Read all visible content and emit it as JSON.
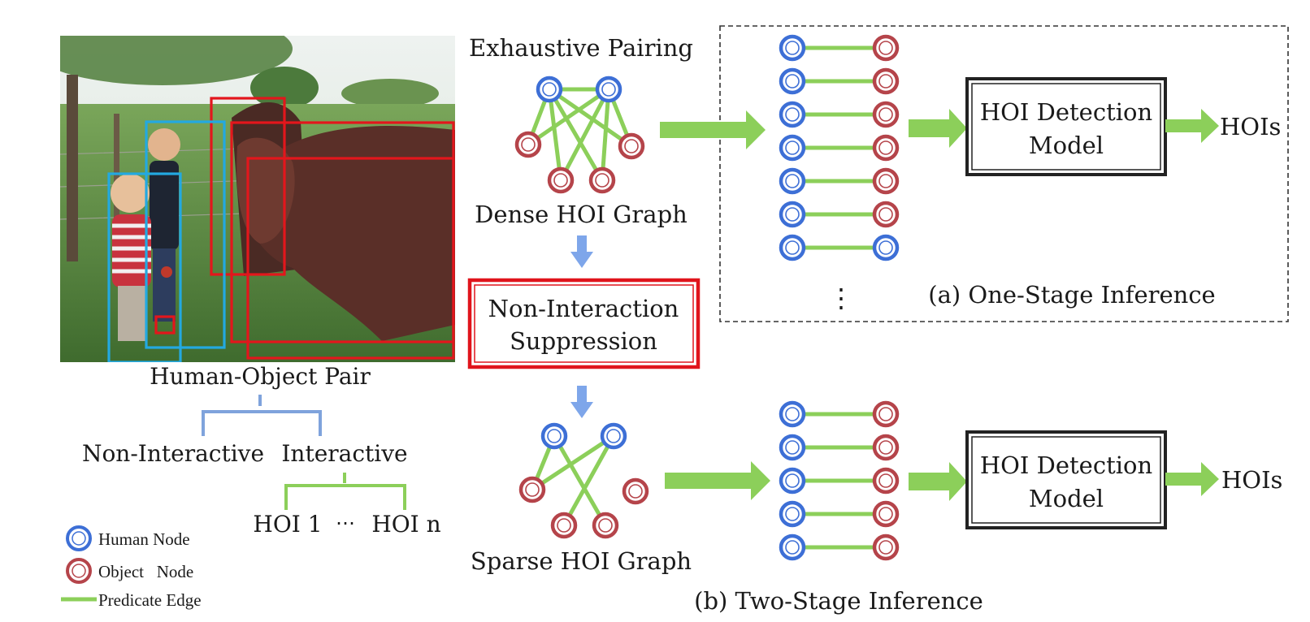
{
  "colors": {
    "human_node": "#3d6fd6",
    "object_node": "#b5444a",
    "edge": "#8ccf5a",
    "bbox_human": "#23a9e1",
    "bbox_object": "#e3161c",
    "suppress_box": "#e0141c",
    "down_arrow": "#7ea6ea",
    "tree_blue": "#7fa3dc",
    "tree_green": "#8ccf5a"
  },
  "photo": {
    "label": "Human-Object Pair"
  },
  "tree": {
    "non_interactive": "Non-Interactive",
    "interactive": "Interactive",
    "hoi_first": "HOI 1",
    "hoi_dots": "⋯",
    "hoi_last": "HOI n"
  },
  "legend": {
    "human_node": "Human Node",
    "object_node": "Object   Node",
    "predicate_edge": "Predicate Edge"
  },
  "middle": {
    "exhaustive_pairing": "Exhaustive Pairing",
    "dense_graph": "Dense HOI Graph",
    "suppression_line1": "Non-Interaction",
    "suppression_line2": "Suppression",
    "sparse_graph": "Sparse HOI Graph"
  },
  "one_stage": {
    "model_line1": "HOI Detection",
    "model_line2": "Model",
    "output": "HOIs",
    "more_dots": "⋮",
    "caption": "(a) One-Stage Inference",
    "pairs": [
      "object",
      "object",
      "object",
      "object",
      "object",
      "object",
      "human"
    ]
  },
  "two_stage": {
    "model_line1": "HOI Detection",
    "model_line2": "Model",
    "output": "HOIs",
    "caption": "(b) Two-Stage Inference",
    "pairs": [
      "object",
      "object",
      "object",
      "object",
      "object"
    ]
  }
}
